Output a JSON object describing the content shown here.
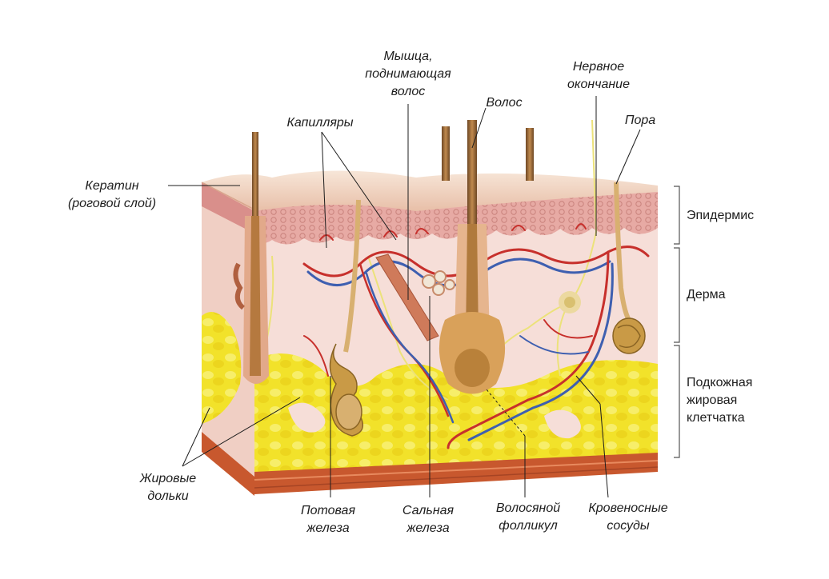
{
  "labels": {
    "muscle": "Мышца,\nподнимающая\nволос",
    "nerve": "Нервное\nокончание",
    "hair": "Волос",
    "pore": "Пора",
    "capillaries": "Капилляры",
    "keratin": "Кератин\n(роговой слой)",
    "fat_lobules": "Жировые\nдольки",
    "sweat_gland": "Потовая\nжелеза",
    "sebaceous_gland": "Сальная\nжелеза",
    "follicle": "Волосяной\nфолликул",
    "vessels": "Кровеносные\nсосуды"
  },
  "layers": {
    "epidermis": "Эпидермис",
    "dermis": "Дерма",
    "subcutis": "Подкожная\nжировая\nклетчатка"
  },
  "colors": {
    "surface": "#f2d6c4",
    "epidermis": "#e9b4ad",
    "dermis": "#f6ded8",
    "fat": "#f2e22a",
    "fascia": "#c8582e",
    "artery": "#c7302c",
    "vein": "#3e5fb0",
    "hair": "#9a6a3c",
    "nerve": "#ece27a"
  }
}
